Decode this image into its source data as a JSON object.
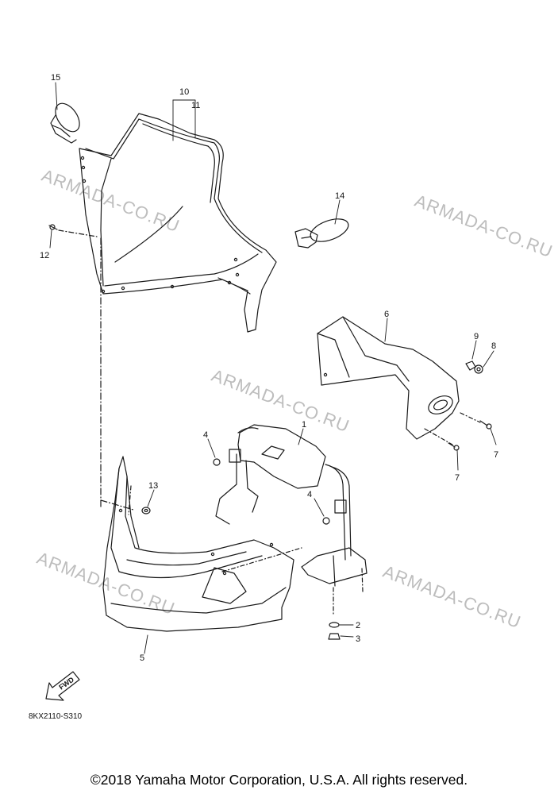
{
  "diagram": {
    "code": "8KX2110-S310",
    "fwd_label": "FWD",
    "callouts": [
      {
        "id": "c1",
        "label": "1"
      },
      {
        "id": "c2",
        "label": "2"
      },
      {
        "id": "c3",
        "label": "3"
      },
      {
        "id": "c4a",
        "label": "4"
      },
      {
        "id": "c4b",
        "label": "4"
      },
      {
        "id": "c5",
        "label": "5"
      },
      {
        "id": "c6",
        "label": "6"
      },
      {
        "id": "c7a",
        "label": "7"
      },
      {
        "id": "c7b",
        "label": "7"
      },
      {
        "id": "c8",
        "label": "8"
      },
      {
        "id": "c9",
        "label": "9"
      },
      {
        "id": "c10",
        "label": "10"
      },
      {
        "id": "c11",
        "label": "11"
      },
      {
        "id": "c12",
        "label": "12"
      },
      {
        "id": "c13",
        "label": "13"
      },
      {
        "id": "c14",
        "label": "14"
      },
      {
        "id": "c15",
        "label": "15"
      }
    ]
  },
  "watermarks": [
    "ARMADA-CO.RU",
    "ARMADA-CO.RU",
    "ARMADA-CO.RU",
    "ARMADA-CO.RU",
    "ARMADA-CO.RU"
  ],
  "footer": {
    "copyright": "©2018 Yamaha Motor Corporation, U.S.A. All rights reserved."
  }
}
